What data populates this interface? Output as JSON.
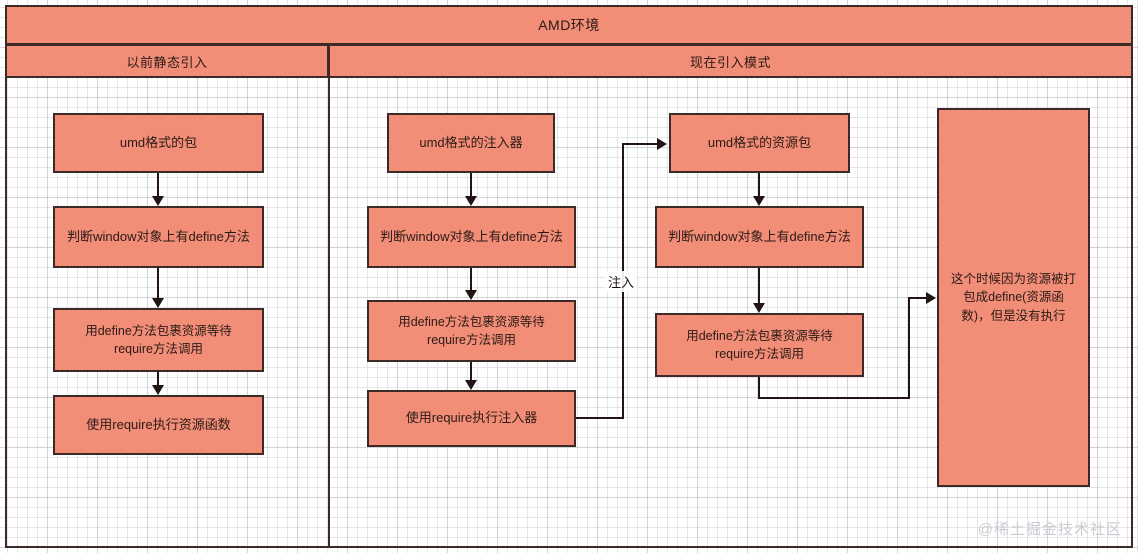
{
  "header": {
    "title": "AMD环境",
    "left_column_title": "以前静态引入",
    "right_column_title": "现在引入模式"
  },
  "left_flow": {
    "nodes": [
      {
        "id": "l1",
        "label": "umd格式的包"
      },
      {
        "id": "l2",
        "label": "判断window对象上有define方法"
      },
      {
        "id": "l3",
        "label": "用define方法包裹资源等待\nrequire方法调用"
      },
      {
        "id": "l4",
        "label": "使用require执行资源函数"
      }
    ]
  },
  "middle_flow": {
    "nodes": [
      {
        "id": "m1",
        "label": "umd格式的注入器"
      },
      {
        "id": "m2",
        "label": "判断window对象上有define方法"
      },
      {
        "id": "m3",
        "label": "用define方法包裹资源等待\nrequire方法调用"
      },
      {
        "id": "m4",
        "label": "使用require执行注入器"
      }
    ]
  },
  "right_flow": {
    "nodes": [
      {
        "id": "r1",
        "label": "umd格式的资源包"
      },
      {
        "id": "r2",
        "label": "判断window对象上有define方法"
      },
      {
        "id": "r3",
        "label": "用define方法包裹资源等待\nrequire方法调用"
      }
    ]
  },
  "note": {
    "label": "这个时候因为资源被打\n包成define(资源函\n数)，但是没有执行"
  },
  "edges": {
    "inject_label": "注入"
  },
  "watermark": {
    "text": "@稀土掘金技术社区"
  },
  "colors": {
    "node_fill": "#f28d77",
    "node_border": "#3b2a26",
    "connector": "#221513",
    "grid_minor": "#e1e1e4",
    "grid_major": "#aaaaaf",
    "watermark": "#c9ccd2",
    "text": "#2b1b16"
  }
}
